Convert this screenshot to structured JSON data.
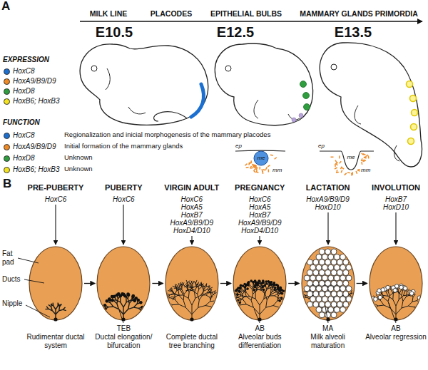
{
  "diagram": {
    "nodes": [
      {
        "text": [
          "PRE-PUBERTY",
          "Rudimentar ductal system"
        ]
      },
      {
        "text": [
          "PUBERTY",
          "Ductal elongation/ bifurcation"
        ]
      },
      {
        "text": [
          "VIRGIN ADULT",
          "Complete ductal tree branching"
        ]
      },
      {
        "text": [
          "PREGNANCY",
          "Alveolar buds differentiation"
        ]
      },
      {
        "text": [
          "LACTATION",
          "Milk alveoli maturation"
        ]
      },
      {
        "text": [
          "INVOLUTION",
          "Alveolar regression"
        ]
      }
    ],
    "edges": [
      {
        "from": 0,
        "to": 1,
        "arrow": "to"
      },
      {
        "from": 1,
        "to": 2,
        "arrow": "to"
      },
      {
        "from": 2,
        "to": 3,
        "arrow": "to"
      },
      {
        "from": 3,
        "to": 4,
        "arrow": "to"
      },
      {
        "from": 4,
        "to": 5,
        "arrow": "to"
      }
    ],
    "labels": [
      "A",
      "MILK LINE",
      "PLACODES",
      "EPITHELIAL BULBS",
      "MAMMARY GLANDS PRIMORDIA",
      "E10.5",
      "E12.5",
      "E13.5",
      "EXPRESSION",
      "FUNCTION",
      "Regionalization and inicial morphogenesis of the mammary placodes",
      "Initial formation of the mammary glands",
      "Unknown",
      "Unknown",
      "ep",
      "me",
      "mm",
      "ep",
      "me",
      "mm",
      "B",
      "HoxC6",
      "HoxC6",
      "HoxC6 HoxA5 HoxB7 HoxA9/B9/D9 HoxD4/D10",
      "HoxC6 HoxA5 HoxB7 HoxA9/B9/D9 HoxD4/D10",
      "HoxA9/B9/D9 HoxD10",
      "HoxB7 HoxD10",
      "Fat pad",
      "Ducts",
      "Nipple",
      "TEB",
      "AB",
      "MA",
      "AB"
    ],
    "legend": [
      {
        "text": "HoxC8",
        "color": "#1a6fd1"
      },
      {
        "text": "HoxA9/B9/D9",
        "color": "#f08a24"
      },
      {
        "text": "HoxD8",
        "color": "#2e9e3e"
      },
      {
        "text": "HoxB6; HoxB3",
        "color": "#f4e31c"
      },
      {
        "text": "HoxC8",
        "color": "#1a6fd1"
      },
      {
        "text": "HoxA9/B9/D9",
        "color": "#f08a24"
      },
      {
        "text": "HoxD8",
        "color": "#2e9e3e"
      },
      {
        "text": "HoxB6; HoxB3",
        "color": "#f4e31c"
      }
    ]
  }
}
